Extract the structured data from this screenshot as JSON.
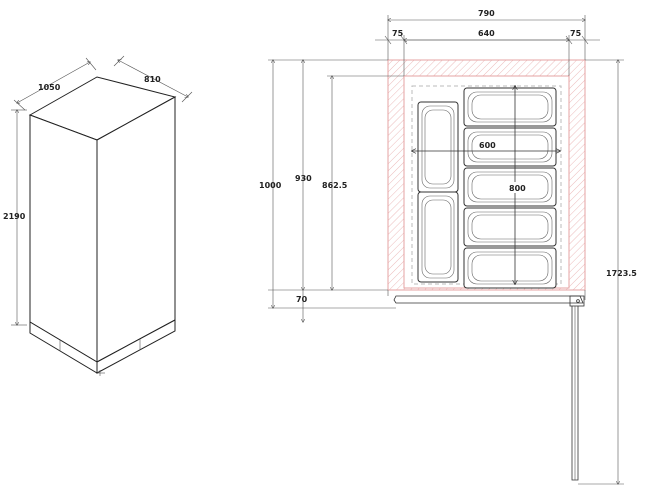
{
  "iso": {
    "depth": "1050",
    "width": "810",
    "height": "2190"
  },
  "plan": {
    "outer_width": "790",
    "side_left": "75",
    "inner_width": "640",
    "side_right": "75",
    "total_depth": "1000",
    "depth_930": "930",
    "depth_862": "862.5",
    "pan_width": "600",
    "pan_depth": "800",
    "door_gap": "70",
    "door_swing": "1723.5"
  },
  "colors": {
    "hatch": "#e5a3a3",
    "dashed": "#bbbbbb",
    "line": "#333333"
  }
}
